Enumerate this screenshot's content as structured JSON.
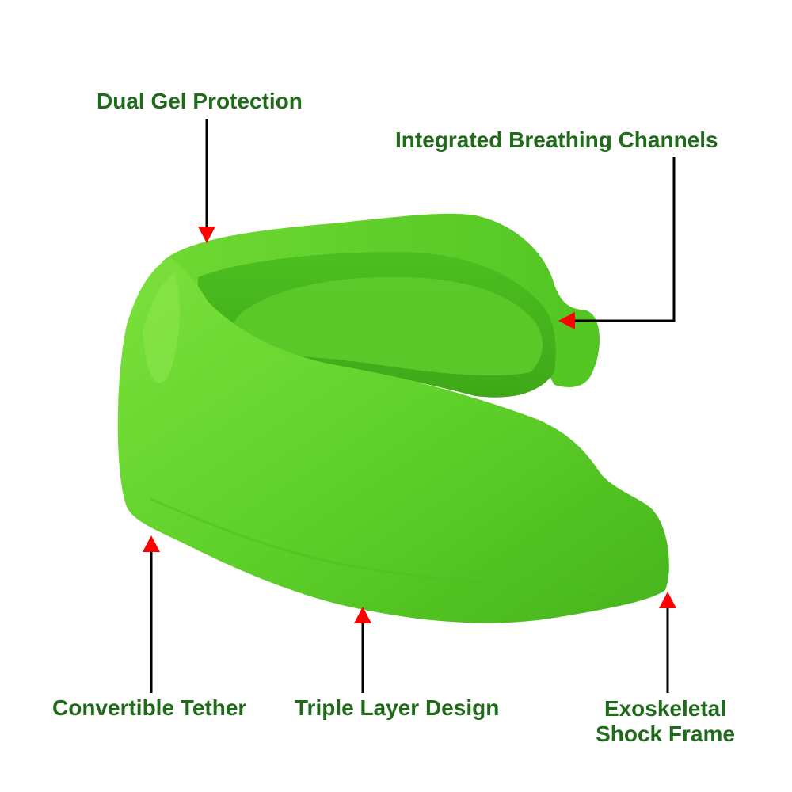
{
  "callouts": {
    "dual_gel": "Dual Gel Protection",
    "breathing": "Integrated Breathing Channels",
    "tether": "Convertible Tether",
    "triple_layer": "Triple Layer Design",
    "exo_line1": "Exoskeletal",
    "exo_line2": "Shock Frame"
  },
  "colors": {
    "label_text": "#1f6b1a",
    "leader_line": "#000000",
    "arrow_head": "#ff0000",
    "product_green": "#5fd12a"
  },
  "product": {
    "icon": "mouthguard-image"
  }
}
